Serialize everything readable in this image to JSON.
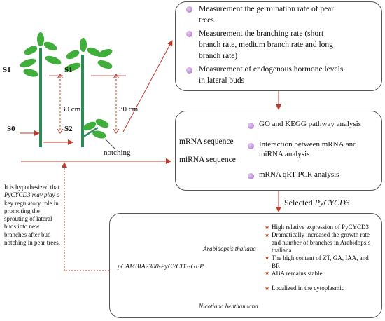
{
  "tree": {
    "s1_left": "S1",
    "s1_right": "S1",
    "s0": "S0",
    "s2": "S2",
    "dist_left": "30 cm",
    "dist_right": "30 cm",
    "notching": "notching"
  },
  "hypothesis": {
    "lines": [
      "It is hypothesized that",
      "PyCYCD3 may play a",
      "key regulatory role in",
      "promoting the",
      "sprouting of lateral",
      "buds into new",
      "branches after bud",
      "notching in pear trees."
    ]
  },
  "measurements": {
    "items": [
      "Measurement the germination rate of pear trees",
      "Measurement the branching rate (short branch rate, medium branch rate and long branch rate)",
      "Measurement of endogenous hormone levels in lateral buds"
    ],
    "lines": [
      "Measurement the germination rate of pear",
      "trees",
      "Measurement the branching rate (short",
      "branch rate, medium branch rate and long",
      "branch rate)",
      "Measurement of endogenous hormone levels",
      "in lateral buds"
    ]
  },
  "sequencing": {
    "mrna": "mRNA sequence",
    "mirna": "miRNA sequence",
    "analyses_lines": [
      "GO and KEGG pathway analysis",
      "Interaction between mRNA and",
      "miRNA analysis",
      "mRNA qRT-PCR analysis"
    ]
  },
  "selected": {
    "prefix": "Selected ",
    "gene": "PyCYCD3"
  },
  "validation": {
    "construct": "pCAMBIA2300-PyCYCD3-GFP",
    "plant1": "Arabidopsis thaliana",
    "plant2": "Nicotiana benthamiana",
    "results1_lines": [
      "High relative expression of PyCYCD3",
      "Dramatically increased the growth rate",
      "and number of branches in Arabidopsis",
      "thaliana",
      "The high content of ZT, GA, IAA, and",
      "BR",
      "ABA remains stable"
    ],
    "result2": "Localized in the cytoplasmic"
  },
  "colors": {
    "arrow": "#c0392b",
    "stem": "#2e8b57",
    "leaf": "#3fae3a",
    "bullet": "#a66fc6",
    "bracket": "#7b3fa0",
    "star": "#b5451f"
  }
}
